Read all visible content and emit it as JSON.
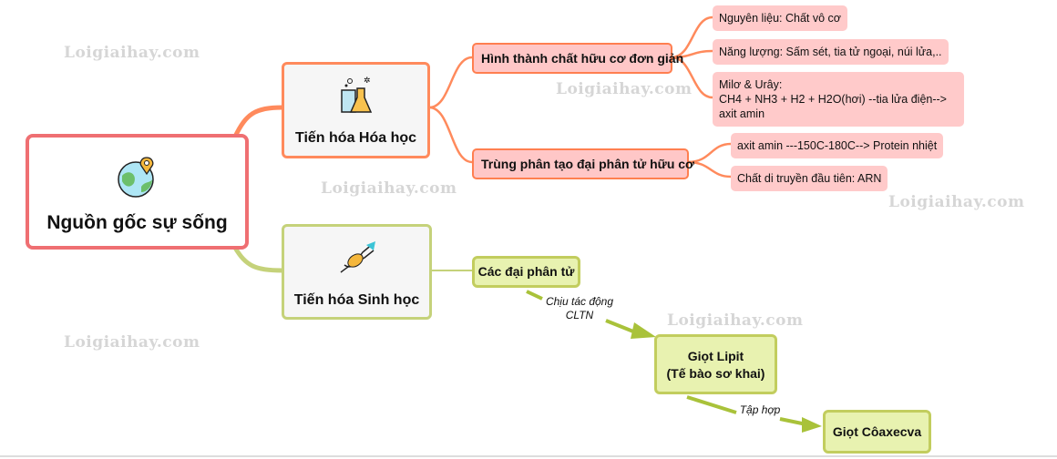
{
  "watermark": "Loigiaihay.com",
  "root": {
    "title": "Nguồn gốc sự sống",
    "icon": "globe-pin-icon"
  },
  "branches": [
    {
      "title": "Tiến hóa Hóa học",
      "icon": "chemistry-flask-icon",
      "color": "#ff8a5c",
      "children": [
        {
          "title": "Hình thành chất hữu cơ đơn giản",
          "leaves": [
            "Nguyên liệu: Chất vô cơ",
            "Năng lượng: Sấm sét, tia tử ngoại, núi lửa,..",
            "Milơ & Urây:",
            "CH4 + NH3 + H2 + H2O(hơi) --tia lửa điện--> axit amin"
          ]
        },
        {
          "title": "Trùng phân tạo đại phân tử hữu cơ",
          "leaves": [
            "axit amin ---150C-180C--> Protein nhiệt",
            "Chất di truyền đầu tiên: ARN"
          ]
        }
      ]
    },
    {
      "title": "Tiến hóa Sinh học",
      "icon": "dna-icon",
      "color": "#c5d27a",
      "flow": [
        {
          "node": "Các đại phân tử"
        },
        {
          "edge": "Chịu tác động CLTN",
          "node": "Giọt Lipit",
          "node2": "(Tế bào sơ khai)"
        },
        {
          "edge": "Tập hợp",
          "node": "Giọt Côaxecva"
        }
      ]
    }
  ]
}
